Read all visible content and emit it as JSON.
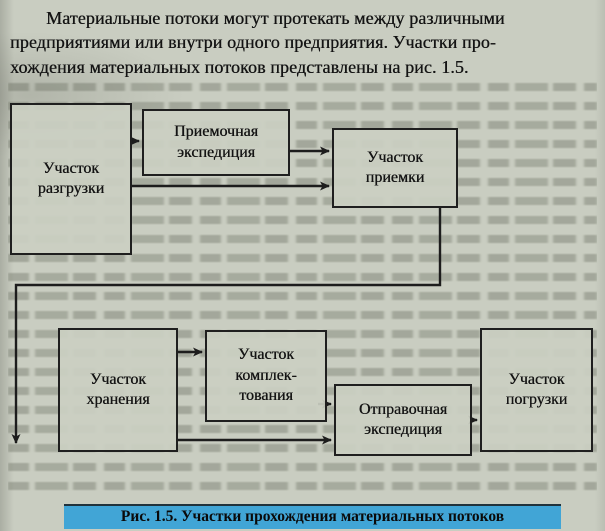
{
  "colors": {
    "paper": "#c9cdc1",
    "ink": "#141414",
    "box_border": "#1f1f1f",
    "caption_highlight": "#41a5d6"
  },
  "paragraph": {
    "lines": [
      "Материальные потоки могут протекать между различными",
      "предприятиями или внутри одного предприятия. Участки про-",
      "хождения материальных потоков представлены на рис. 1.5."
    ]
  },
  "diagram": {
    "nodes": {
      "unloading": "Участок\nразгрузки",
      "receiving_expedition": "Приемочная\nэкспедиция",
      "acceptance": "Участок\nприемки",
      "storage": "Участок\nхранения",
      "picking": "Участок\nкомплек-\nтования",
      "dispatch_expedition": "Отправочная\nэкспедиция",
      "loading": "Участок\nпогрузки"
    }
  },
  "caption": {
    "label": "Рис. 1.5.",
    "text": " Участки прохождения материальных потоков"
  }
}
